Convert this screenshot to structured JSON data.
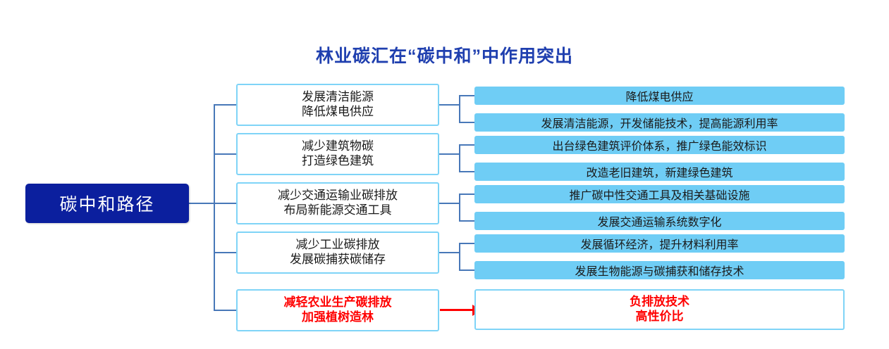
{
  "title": "林业碳汇在“碳中和”中作用突出",
  "colors": {
    "root_fill": "#0B1F9E",
    "root_text": "#FFFFFF",
    "title_text": "#1F3FAF",
    "leaf_fill": "#6FCDF5",
    "box_border": "#7FD4F7",
    "connector": "#4878B8",
    "highlight": "#FF0000"
  },
  "root": {
    "label": "碳中和路径"
  },
  "branches": [
    {
      "mid_line1": "发展清洁能源",
      "mid_line2": "降低煤电供应",
      "leaves": [
        "降低煤电供应",
        "发展清洁能源，开发储能技术，提高能源利用率"
      ]
    },
    {
      "mid_line1": "减少建筑物碳",
      "mid_line2": "打造绿色建筑",
      "leaves": [
        "出台绿色建筑评价体系，推广绿色能效标识",
        "改造老旧建筑，新建绿色建筑"
      ]
    },
    {
      "mid_line1": "减少交通运输业碳排放",
      "mid_line2": "布局新能源交通工具",
      "leaves": [
        "推广碳中性交通工具及相关基础设施",
        "发展交通运输系统数字化"
      ]
    },
    {
      "mid_line1": "减少工业碳排放",
      "mid_line2": "发展碳捕获碳储存",
      "leaves": [
        "发展循环经济，提升材料利用率",
        "发展生物能源与碳捕获和储存技术"
      ]
    }
  ],
  "highlight_branch": {
    "mid_line1": "减轻农业生产碳排放",
    "mid_line2": "加强植树造林",
    "leaf_line1": "负排放技术",
    "leaf_line2": "高性价比"
  }
}
